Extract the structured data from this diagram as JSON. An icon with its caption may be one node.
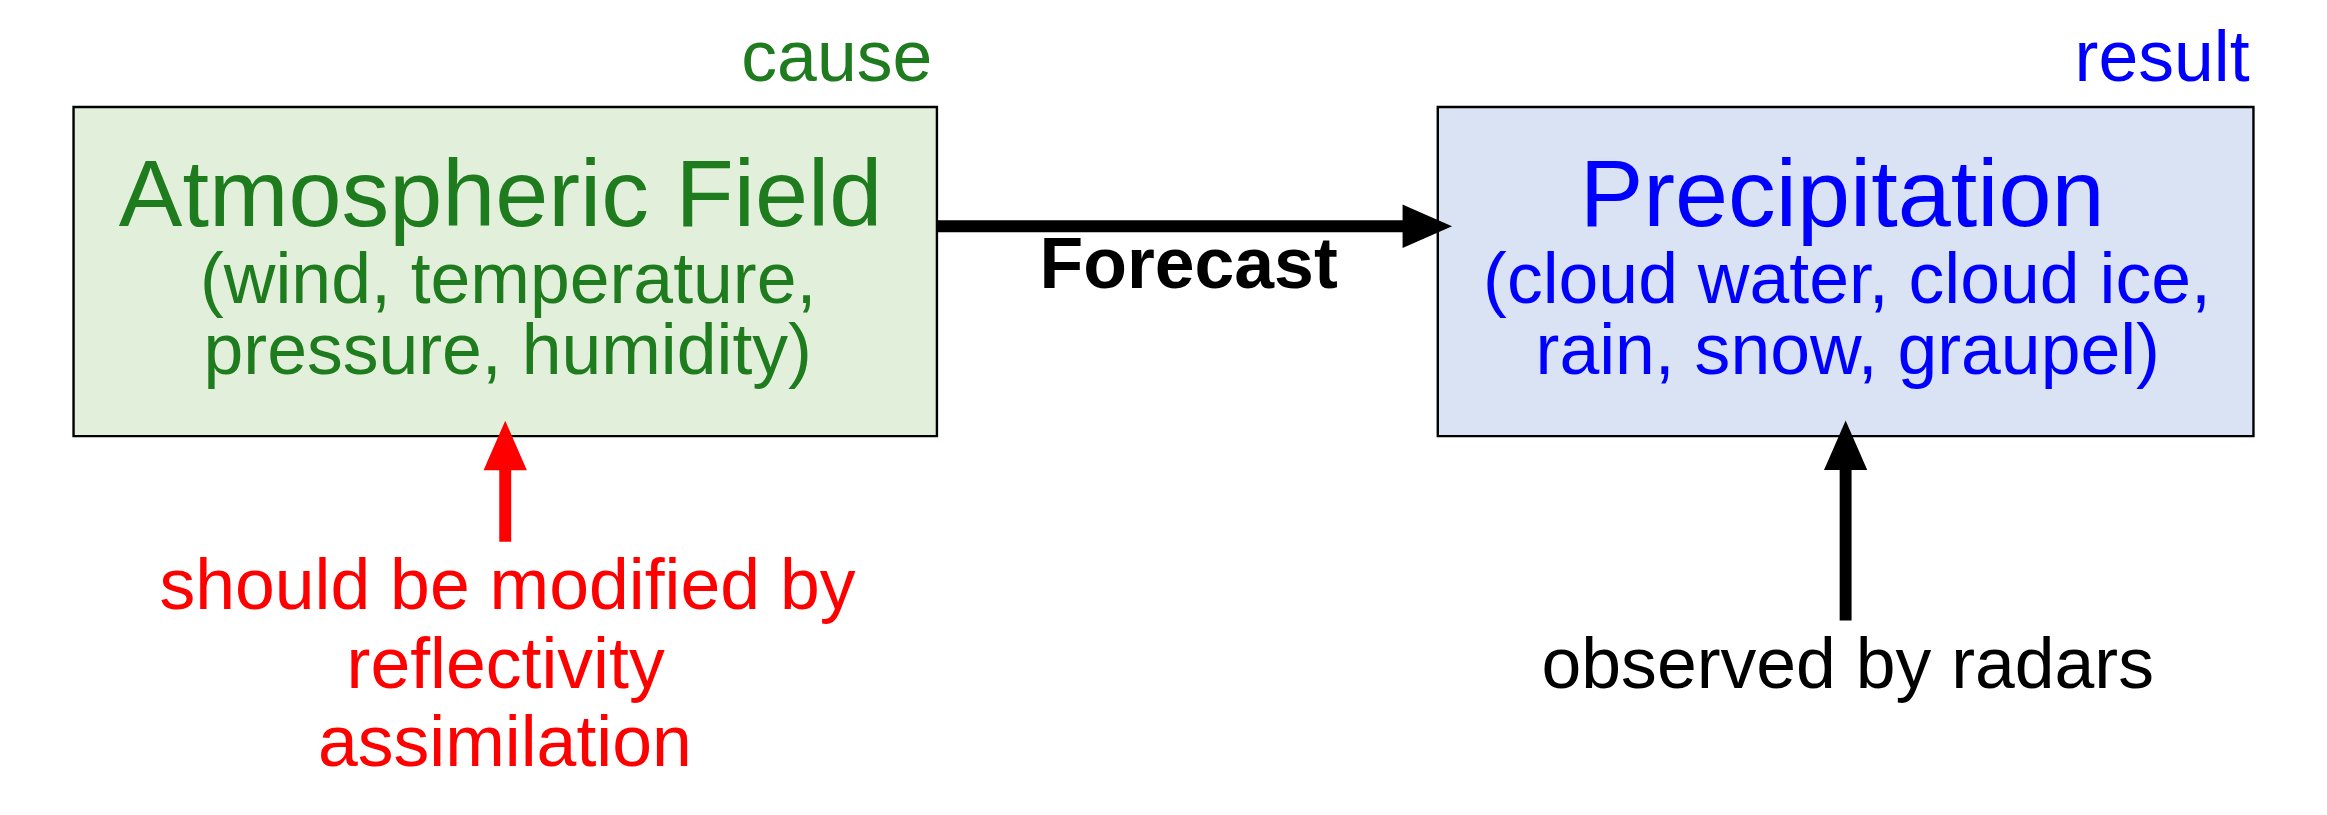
{
  "diagram": {
    "nodes": [
      {
        "text": [
          "Atmospheric Field",
          "(wind, temperature, pressure, humidity)"
        ],
        "beside": [
          "cause"
        ]
      },
      {
        "text": [
          "Precipitation",
          "(cloud water, cloud ice, rain, snow, graupel)"
        ],
        "beside": [
          "result"
        ]
      },
      {
        "text": [
          "should be modified by reflectivity assimilation"
        ]
      },
      {
        "text": [
          "observed by radars"
        ]
      }
    ],
    "edges": [
      {
        "from": 0,
        "to": 1,
        "arrow": "to",
        "label": "Forecast"
      },
      {
        "from": 2,
        "to": 0,
        "arrow": "to",
        "color": "#ff0000"
      },
      {
        "from": 3,
        "to": 1,
        "arrow": "to"
      }
    ]
  }
}
